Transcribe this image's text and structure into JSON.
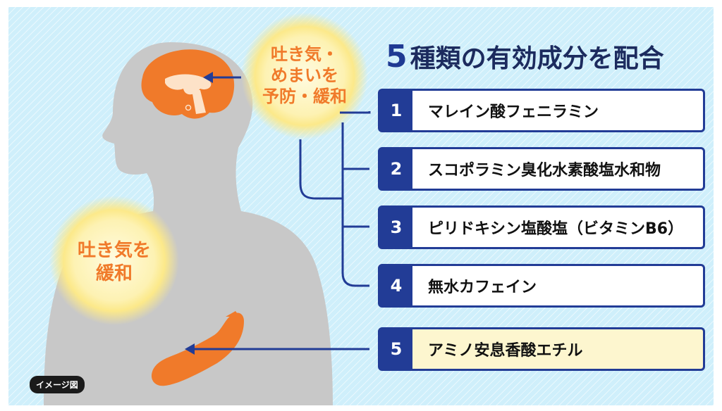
{
  "title": {
    "number": "5",
    "text": "種類の有効成分を配合"
  },
  "bubbles": {
    "head": {
      "lines": [
        "吐き気・",
        "めまいを",
        "予防・緩和"
      ]
    },
    "chest": {
      "lines": [
        "吐き気を",
        "緩和"
      ]
    }
  },
  "ingredients": [
    {
      "number": "1",
      "name": "マレイン酸フェニラミン"
    },
    {
      "number": "2",
      "name": "スコポラミン臭化水素酸塩水和物"
    },
    {
      "number": "3",
      "name": "ピリドキシン塩酸塩（ビタミンB6）"
    },
    {
      "number": "4",
      "name": "無水カフェイン"
    },
    {
      "number": "5",
      "name": "アミノ安息香酸エチル"
    }
  ],
  "badge": "イメージ図",
  "colors": {
    "navy": "#223c96",
    "orange": "#f07a2a",
    "silhouette": "#c8c8c8",
    "highlight": "#fdf6cf"
  }
}
